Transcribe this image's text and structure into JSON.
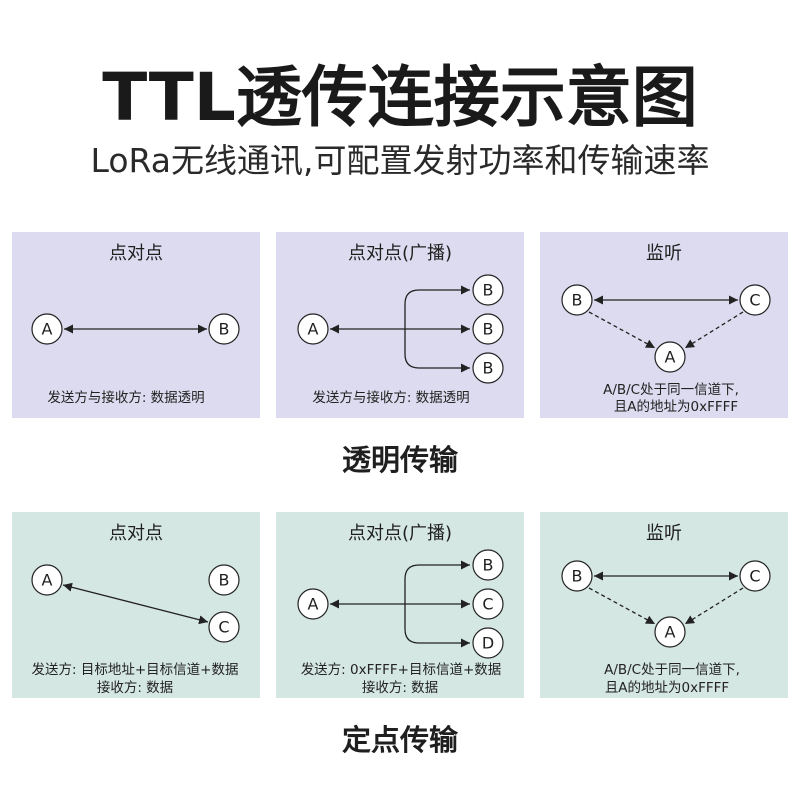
{
  "title": "TTL透传连接示意图",
  "subtitle": "LoRa无线通讯,可配置发射功率和传输速率",
  "colors": {
    "transparent_panel_bg": "#dcdbef",
    "fixed_panel_bg": "#d5e7e3",
    "text": "#1a1a1a",
    "line": "#222222"
  },
  "sections": [
    {
      "label": "透明传输",
      "panels": [
        {
          "title": "点对点",
          "nodes": [
            "A",
            "B"
          ],
          "caption": [
            "发送方与接收方: 数据透明"
          ]
        },
        {
          "title": "点对点(广播)",
          "nodes": [
            "A",
            "B",
            "B",
            "B"
          ],
          "caption": [
            "发送方与接收方: 数据透明"
          ]
        },
        {
          "title": "监听",
          "nodes": [
            "B",
            "C",
            "A"
          ],
          "caption": [
            "A/B/C处于同一信道下,",
            "且A的地址为0xFFFF"
          ]
        }
      ]
    },
    {
      "label": "定点传输",
      "panels": [
        {
          "title": "点对点",
          "nodes": [
            "A",
            "B",
            "C"
          ],
          "caption": [
            "发送方: 目标地址+目标信道+数据",
            "接收方: 数据"
          ]
        },
        {
          "title": "点对点(广播)",
          "nodes": [
            "A",
            "B",
            "C",
            "D"
          ],
          "caption": [
            "发送方: 0xFFFF+目标信道+数据",
            "接收方: 数据"
          ]
        },
        {
          "title": "监听",
          "nodes": [
            "B",
            "C",
            "A"
          ],
          "caption": [
            "A/B/C处于同一信道下,",
            "且A的地址为0xFFFF"
          ]
        }
      ]
    }
  ]
}
